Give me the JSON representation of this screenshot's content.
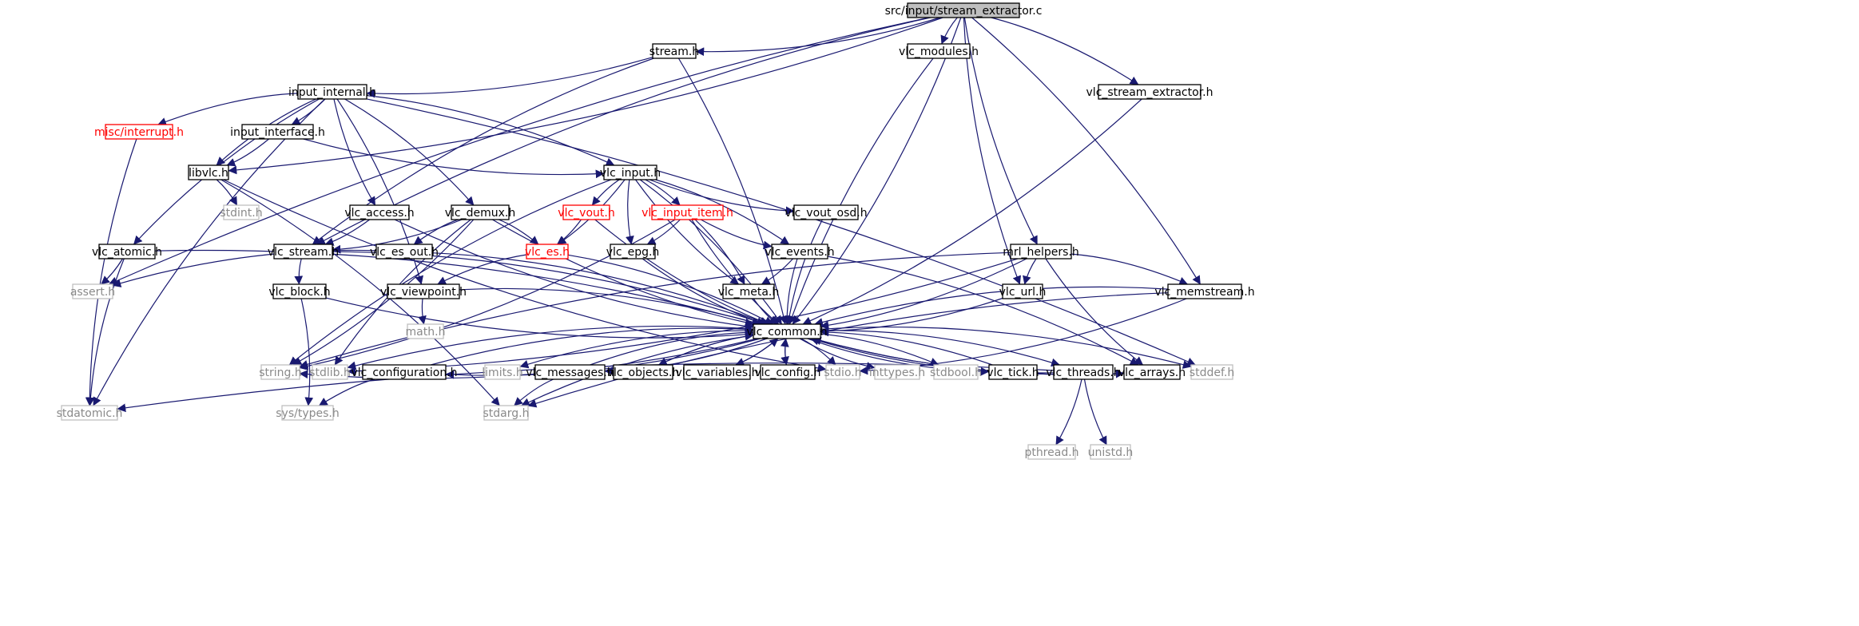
{
  "diagram": {
    "root": "src/input/stream_extractor.c",
    "colors": {
      "edge": "#191970",
      "root_fill": "#bfbfbf",
      "normal_border": "#000000",
      "external_border": "#bfbfbf",
      "incomplete_border": "#ff0000",
      "normal_text": "#000000",
      "external_text": "#8a8a8a",
      "incomplete_text": "#ff0000"
    },
    "nodes": [
      {
        "id": "root",
        "label": "src/input/stream_extractor.c",
        "kind": "root"
      },
      {
        "id": "stream_h",
        "label": "stream.h",
        "kind": "normal"
      },
      {
        "id": "vlc_modules_h",
        "label": "vlc_modules.h",
        "kind": "normal"
      },
      {
        "id": "vlc_stream_extractor_h",
        "label": "vlc_stream_extractor.h",
        "kind": "normal"
      },
      {
        "id": "input_internal_h",
        "label": "input_internal.h",
        "kind": "normal"
      },
      {
        "id": "misc_interrupt_h",
        "label": "misc/interrupt.h",
        "kind": "incomplete"
      },
      {
        "id": "input_interface_h",
        "label": "input_interface.h",
        "kind": "normal"
      },
      {
        "id": "libvlc_h",
        "label": "libvlc.h",
        "kind": "normal"
      },
      {
        "id": "stdint_h",
        "label": "stdint.h",
        "kind": "external"
      },
      {
        "id": "vlc_input_h",
        "label": "vlc_input.h",
        "kind": "normal"
      },
      {
        "id": "vlc_access_h",
        "label": "vlc_access.h",
        "kind": "normal"
      },
      {
        "id": "vlc_demux_h",
        "label": "vlc_demux.h",
        "kind": "normal"
      },
      {
        "id": "vlc_vout_h",
        "label": "vlc_vout.h",
        "kind": "incomplete"
      },
      {
        "id": "vlc_input_item_h",
        "label": "vlc_input_item.h",
        "kind": "incomplete"
      },
      {
        "id": "vlc_vout_osd_h",
        "label": "vlc_vout_osd.h",
        "kind": "normal"
      },
      {
        "id": "vlc_atomic_h",
        "label": "vlc_atomic.h",
        "kind": "normal"
      },
      {
        "id": "vlc_stream_h",
        "label": "vlc_stream.h",
        "kind": "normal"
      },
      {
        "id": "vlc_es_out_h",
        "label": "vlc_es_out.h",
        "kind": "normal"
      },
      {
        "id": "vlc_es_h",
        "label": "vlc_es.h",
        "kind": "incomplete"
      },
      {
        "id": "vlc_epg_h",
        "label": "vlc_epg.h",
        "kind": "normal"
      },
      {
        "id": "vlc_events_h",
        "label": "vlc_events.h",
        "kind": "normal"
      },
      {
        "id": "mrl_helpers_h",
        "label": "mrl_helpers.h",
        "kind": "normal"
      },
      {
        "id": "assert_h",
        "label": "assert.h",
        "kind": "external"
      },
      {
        "id": "vlc_block_h",
        "label": "vlc_block.h",
        "kind": "normal"
      },
      {
        "id": "vlc_viewpoint_h",
        "label": "vlc_viewpoint.h",
        "kind": "normal"
      },
      {
        "id": "vlc_meta_h",
        "label": "vlc_meta.h",
        "kind": "normal"
      },
      {
        "id": "vlc_url_h",
        "label": "vlc_url.h",
        "kind": "normal"
      },
      {
        "id": "vlc_memstream_h",
        "label": "vlc_memstream.h",
        "kind": "normal"
      },
      {
        "id": "math_h",
        "label": "math.h",
        "kind": "external"
      },
      {
        "id": "vlc_common_h",
        "label": "vlc_common.h",
        "kind": "normal"
      },
      {
        "id": "string_h",
        "label": "string.h",
        "kind": "external"
      },
      {
        "id": "stdlib_h",
        "label": "stdlib.h",
        "kind": "external"
      },
      {
        "id": "vlc_configuration_h",
        "label": "vlc_configuration.h",
        "kind": "normal"
      },
      {
        "id": "limits_h",
        "label": "limits.h",
        "kind": "external"
      },
      {
        "id": "vlc_messages_h",
        "label": "vlc_messages.h",
        "kind": "normal"
      },
      {
        "id": "vlc_objects_h",
        "label": "vlc_objects.h",
        "kind": "normal"
      },
      {
        "id": "vlc_variables_h",
        "label": "vlc_variables.h",
        "kind": "normal"
      },
      {
        "id": "vlc_config_h",
        "label": "vlc_config.h",
        "kind": "normal"
      },
      {
        "id": "stdio_h",
        "label": "stdio.h",
        "kind": "external"
      },
      {
        "id": "inttypes_h",
        "label": "inttypes.h",
        "kind": "external"
      },
      {
        "id": "stdbool_h",
        "label": "stdbool.h",
        "kind": "external"
      },
      {
        "id": "vlc_tick_h",
        "label": "vlc_tick.h",
        "kind": "normal"
      },
      {
        "id": "vlc_threads_h",
        "label": "vlc_threads.h",
        "kind": "normal"
      },
      {
        "id": "vlc_arrays_h",
        "label": "vlc_arrays.h",
        "kind": "normal"
      },
      {
        "id": "stddef_h",
        "label": "stddef.h",
        "kind": "external"
      },
      {
        "id": "stdatomic_h",
        "label": "stdatomic.h",
        "kind": "external"
      },
      {
        "id": "sys_types_h",
        "label": "sys/types.h",
        "kind": "external"
      },
      {
        "id": "stdarg_h",
        "label": "stdarg.h",
        "kind": "external"
      },
      {
        "id": "pthread_h",
        "label": "pthread.h",
        "kind": "external"
      },
      {
        "id": "unistd_h",
        "label": "unistd.h",
        "kind": "external"
      }
    ],
    "edges": [
      [
        "root",
        "stream_h"
      ],
      [
        "root",
        "vlc_modules_h"
      ],
      [
        "root",
        "vlc_stream_extractor_h"
      ],
      [
        "root",
        "mrl_helpers_h"
      ],
      [
        "root",
        "vlc_memstream_h"
      ],
      [
        "root",
        "vlc_url_h"
      ],
      [
        "root",
        "vlc_common_h"
      ],
      [
        "root",
        "assert_h"
      ],
      [
        "root",
        "libvlc_h"
      ],
      [
        "root",
        "vlc_stream_h"
      ],
      [
        "stream_h",
        "input_internal_h"
      ],
      [
        "stream_h",
        "vlc_stream_h"
      ],
      [
        "stream_h",
        "vlc_common_h"
      ],
      [
        "vlc_modules_h",
        "vlc_common_h"
      ],
      [
        "vlc_stream_extractor_h",
        "vlc_common_h"
      ],
      [
        "input_internal_h",
        "misc_interrupt_h"
      ],
      [
        "input_internal_h",
        "input_interface_h"
      ],
      [
        "input_internal_h",
        "libvlc_h"
      ],
      [
        "input_internal_h",
        "vlc_input_h"
      ],
      [
        "input_internal_h",
        "vlc_access_h"
      ],
      [
        "input_internal_h",
        "vlc_demux_h"
      ],
      [
        "input_internal_h",
        "vlc_atomic_h"
      ],
      [
        "input_internal_h",
        "vlc_viewpoint_h"
      ],
      [
        "input_internal_h",
        "stdatomic_h"
      ],
      [
        "input_internal_h",
        "stddef_h"
      ],
      [
        "misc_interrupt_h",
        "stdatomic_h"
      ],
      [
        "input_interface_h",
        "libvlc_h"
      ],
      [
        "input_interface_h",
        "vlc_input_h"
      ],
      [
        "libvlc_h",
        "stdint_h"
      ],
      [
        "libvlc_h",
        "stdio_h"
      ],
      [
        "libvlc_h",
        "stdarg_h"
      ],
      [
        "vlc_input_h",
        "vlc_vout_h"
      ],
      [
        "vlc_input_h",
        "vlc_input_item_h"
      ],
      [
        "vlc_input_h",
        "vlc_vout_osd_h"
      ],
      [
        "vlc_input_h",
        "vlc_es_h"
      ],
      [
        "vlc_input_h",
        "vlc_epg_h"
      ],
      [
        "vlc_input_h",
        "vlc_events_h"
      ],
      [
        "vlc_input_h",
        "vlc_meta_h"
      ],
      [
        "vlc_input_h",
        "vlc_common_h"
      ],
      [
        "vlc_input_h",
        "string_h"
      ],
      [
        "vlc_access_h",
        "vlc_stream_h"
      ],
      [
        "vlc_access_h",
        "vlc_common_h"
      ],
      [
        "vlc_demux_h",
        "vlc_stream_h"
      ],
      [
        "vlc_demux_h",
        "vlc_es_out_h"
      ],
      [
        "vlc_demux_h",
        "vlc_es_h"
      ],
      [
        "vlc_demux_h",
        "vlc_common_h"
      ],
      [
        "vlc_demux_h",
        "string_h"
      ],
      [
        "vlc_demux_h",
        "stdlib_h"
      ],
      [
        "vlc_vout_h",
        "vlc_es_h"
      ],
      [
        "vlc_vout_h",
        "vlc_common_h"
      ],
      [
        "vlc_input_item_h",
        "vlc_epg_h"
      ],
      [
        "vlc_input_item_h",
        "vlc_events_h"
      ],
      [
        "vlc_input_item_h",
        "vlc_meta_h"
      ],
      [
        "vlc_input_item_h",
        "vlc_common_h"
      ],
      [
        "vlc_input_item_h",
        "string_h"
      ],
      [
        "vlc_vout_osd_h",
        "vlc_common_h"
      ],
      [
        "vlc_atomic_h",
        "assert_h"
      ],
      [
        "vlc_atomic_h",
        "stdatomic_h"
      ],
      [
        "vlc_atomic_h",
        "vlc_common_h"
      ],
      [
        "vlc_stream_h",
        "vlc_block_h"
      ],
      [
        "vlc_stream_h",
        "vlc_common_h"
      ],
      [
        "vlc_es_out_h",
        "assert_h"
      ],
      [
        "vlc_es_out_h",
        "vlc_common_h"
      ],
      [
        "vlc_es_h",
        "vlc_viewpoint_h"
      ],
      [
        "vlc_es_h",
        "vlc_common_h"
      ],
      [
        "vlc_epg_h",
        "vlc_common_h"
      ],
      [
        "vlc_events_h",
        "vlc_meta_h"
      ],
      [
        "vlc_events_h",
        "vlc_common_h"
      ],
      [
        "vlc_events_h",
        "vlc_arrays_h"
      ],
      [
        "mrl_helpers_h",
        "vlc_url_h"
      ],
      [
        "mrl_helpers_h",
        "vlc_memstream_h"
      ],
      [
        "mrl_helpers_h",
        "vlc_arrays_h"
      ],
      [
        "mrl_helpers_h",
        "vlc_common_h"
      ],
      [
        "mrl_helpers_h",
        "string_h"
      ],
      [
        "mrl_helpers_h",
        "stdlib_h"
      ],
      [
        "vlc_block_h",
        "vlc_common_h"
      ],
      [
        "vlc_block_h",
        "sys_types_h"
      ],
      [
        "vlc_viewpoint_h",
        "math_h"
      ],
      [
        "vlc_viewpoint_h",
        "vlc_common_h"
      ],
      [
        "vlc_meta_h",
        "vlc_common_h"
      ],
      [
        "vlc_url_h",
        "vlc_common_h"
      ],
      [
        "vlc_memstream_h",
        "vlc_common_h"
      ],
      [
        "vlc_memstream_h",
        "stdio_h"
      ],
      [
        "vlc_memstream_h",
        "stdarg_h"
      ],
      [
        "vlc_common_h",
        "string_h"
      ],
      [
        "vlc_common_h",
        "stdlib_h"
      ],
      [
        "vlc_common_h",
        "vlc_configuration_h"
      ],
      [
        "vlc_common_h",
        "limits_h"
      ],
      [
        "vlc_common_h",
        "vlc_messages_h"
      ],
      [
        "vlc_common_h",
        "vlc_objects_h"
      ],
      [
        "vlc_common_h",
        "vlc_variables_h"
      ],
      [
        "vlc_common_h",
        "vlc_config_h"
      ],
      [
        "vlc_common_h",
        "stdio_h"
      ],
      [
        "vlc_common_h",
        "inttypes_h"
      ],
      [
        "vlc_common_h",
        "stdbool_h"
      ],
      [
        "vlc_common_h",
        "vlc_tick_h"
      ],
      [
        "vlc_common_h",
        "vlc_threads_h"
      ],
      [
        "vlc_common_h",
        "vlc_arrays_h"
      ],
      [
        "vlc_common_h",
        "stddef_h"
      ],
      [
        "vlc_common_h",
        "stdarg_h"
      ],
      [
        "vlc_configuration_h",
        "vlc_common_h"
      ],
      [
        "vlc_configuration_h",
        "sys_types_h"
      ],
      [
        "vlc_messages_h",
        "vlc_common_h"
      ],
      [
        "vlc_messages_h",
        "stdarg_h"
      ],
      [
        "vlc_objects_h",
        "vlc_common_h"
      ],
      [
        "vlc_variables_h",
        "vlc_common_h"
      ],
      [
        "vlc_config_h",
        "vlc_common_h"
      ],
      [
        "vlc_tick_h",
        "vlc_common_h"
      ],
      [
        "vlc_threads_h",
        "vlc_common_h"
      ],
      [
        "vlc_threads_h",
        "stdatomic_h"
      ],
      [
        "vlc_threads_h",
        "pthread_h"
      ],
      [
        "vlc_threads_h",
        "unistd_h"
      ],
      [
        "vlc_arrays_h",
        "vlc_common_h"
      ]
    ]
  }
}
